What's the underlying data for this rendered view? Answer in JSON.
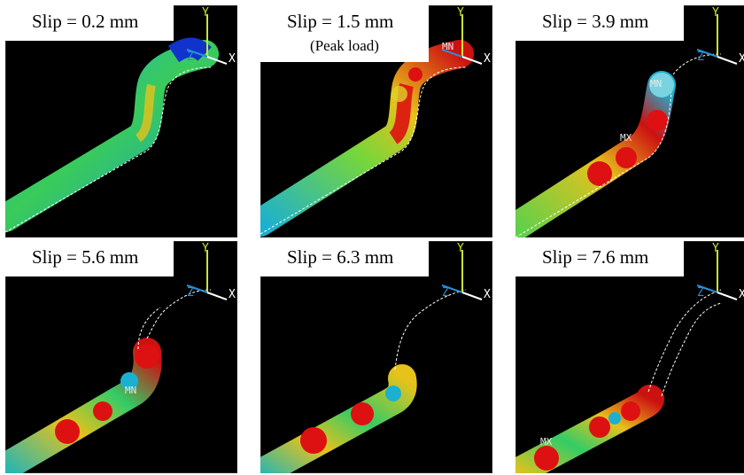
{
  "figure": {
    "panels": [
      {
        "caption": "Slip = 0.2 mm",
        "note": "",
        "node_label": ""
      },
      {
        "caption": "Slip = 1.5 mm",
        "note": "(Peak load)",
        "node_label": "MN"
      },
      {
        "caption": "Slip = 3.9 mm",
        "note": "",
        "node_label": "MN",
        "node_label_2": "MX"
      },
      {
        "caption": "Slip = 5.6 mm",
        "note": "",
        "node_label": "MN"
      },
      {
        "caption": "Slip = 6.3 mm",
        "note": "",
        "node_label": ""
      },
      {
        "caption": "Slip = 7.6 mm",
        "note": "",
        "node_label": "MX"
      }
    ],
    "axes": {
      "x": "X",
      "y": "Y",
      "z": "Z"
    },
    "colors": {
      "background": "#000000",
      "stress_low": "#1133cc",
      "stress_mid": "#33cc66",
      "stress_high": "#dd1111",
      "triad_y": "#c8e62e",
      "triad_z": "#2a8fd6",
      "triad_x": "#ffffff"
    }
  }
}
